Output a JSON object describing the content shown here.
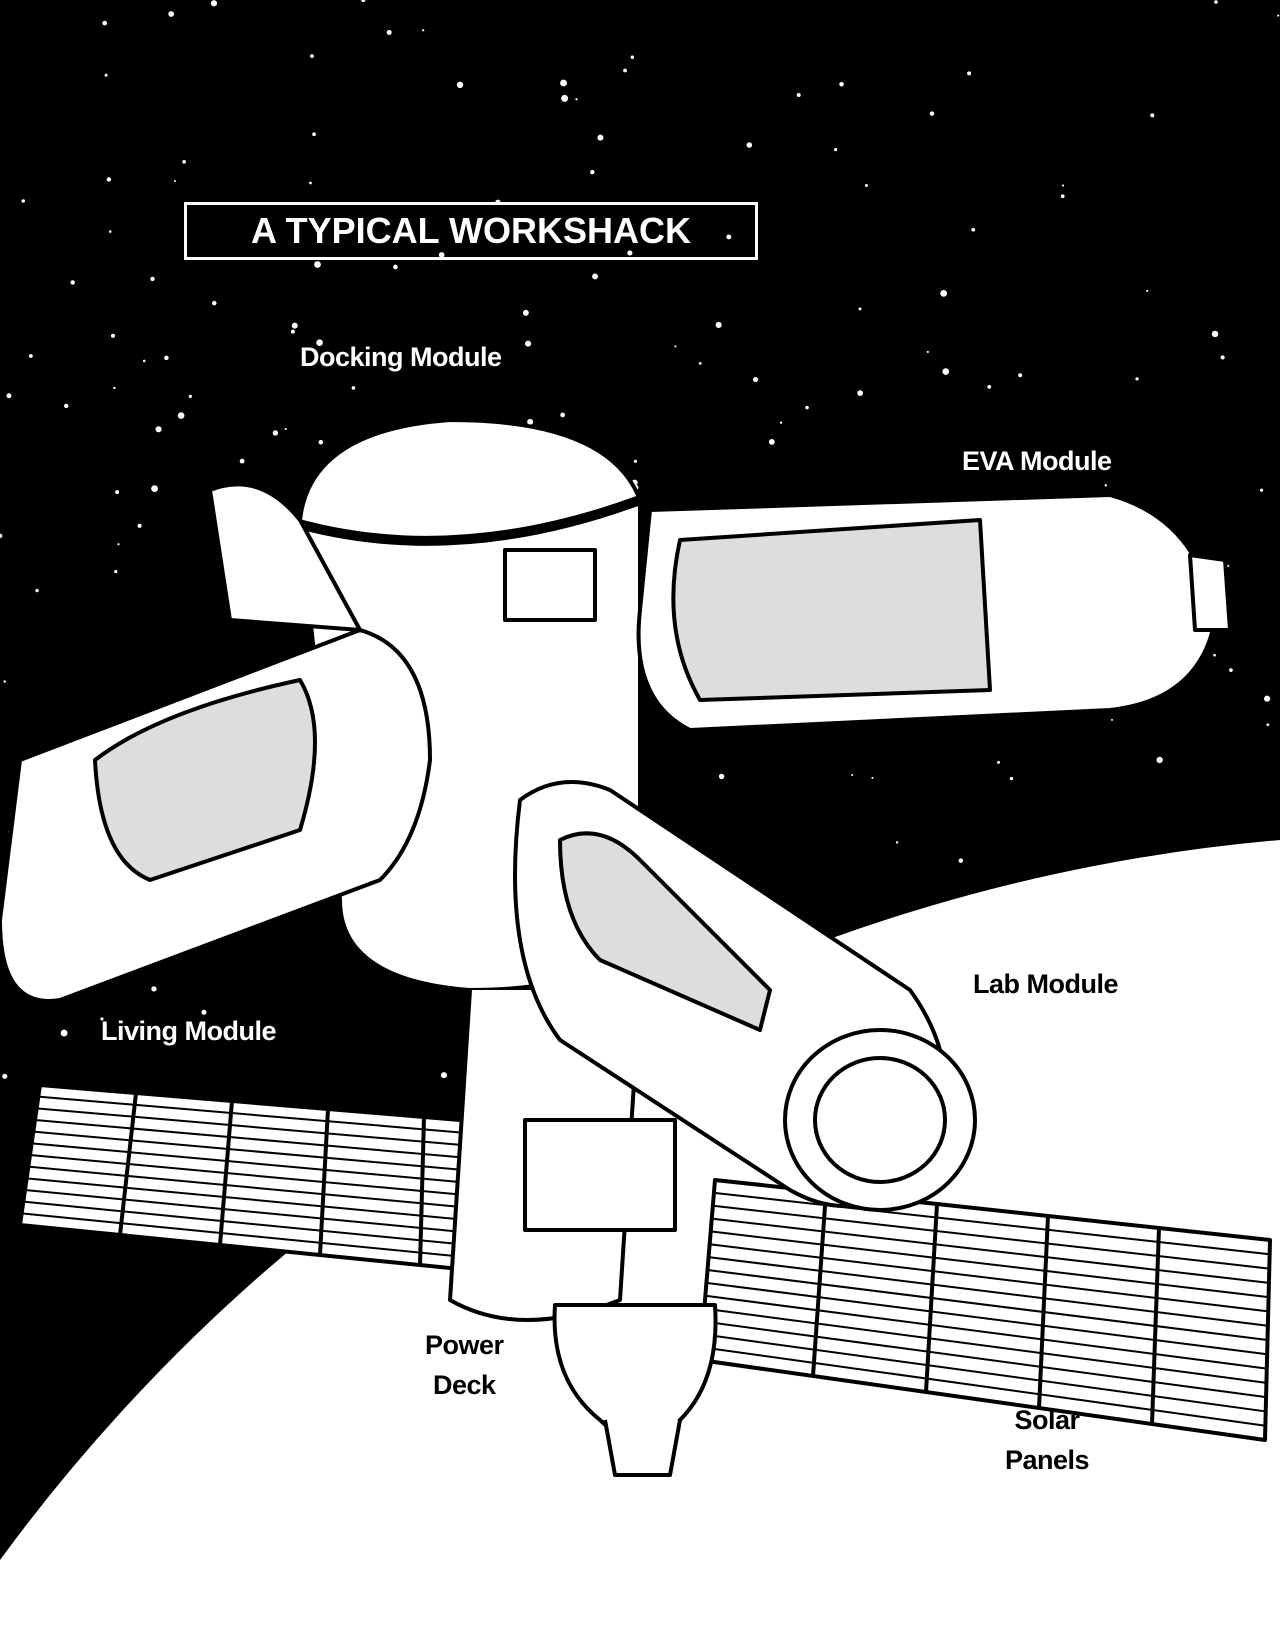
{
  "title": "A TYPICAL WORKSHACK",
  "labels": {
    "docking": "Docking Module",
    "eva": "EVA Module",
    "lab": "Lab Module",
    "living": "Living Module",
    "power_line1": "Power",
    "power_line2": "Deck",
    "solar_line1": "Solar",
    "solar_line2": "Panels"
  },
  "colors": {
    "space": "#000000",
    "planet": "#ffffff",
    "ink": "#000000"
  }
}
